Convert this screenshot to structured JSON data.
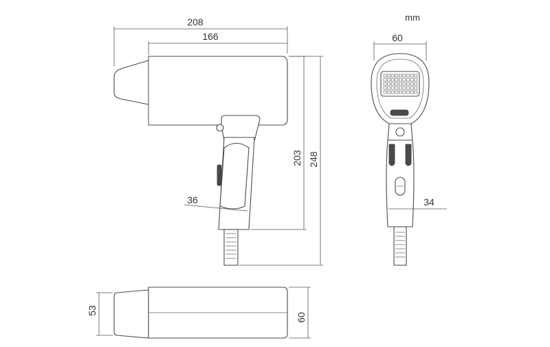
{
  "drawing": {
    "unit": "mm",
    "side_view": {
      "total_length": "208",
      "body_length": "166",
      "total_height": "248",
      "handle_height": "203",
      "handle_width": "36"
    },
    "front_view": {
      "width": "60",
      "handle_depth": "34"
    },
    "top_view": {
      "nozzle_diameter": "53",
      "body_diameter": "60"
    }
  },
  "colors": {
    "outline": "#4a4a4a",
    "dimension": "#555555",
    "background": "#ffffff"
  }
}
